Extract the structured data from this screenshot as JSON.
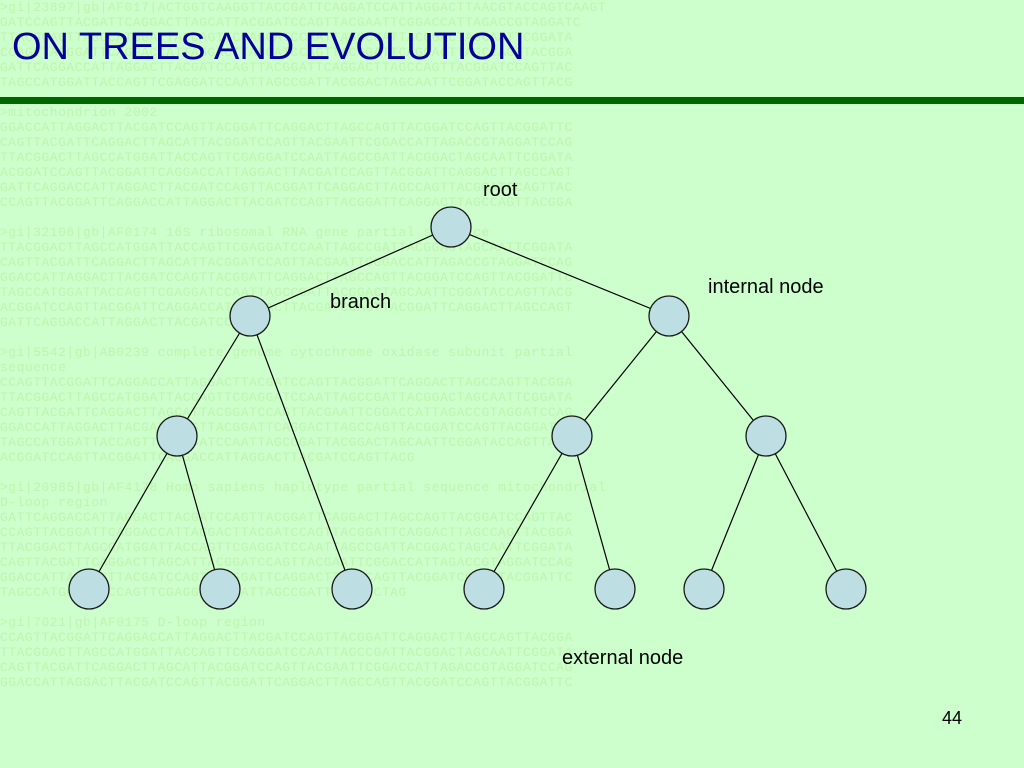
{
  "slide": {
    "title": "ON TREES AND EVOLUTION",
    "page_number": "44"
  },
  "diagram": {
    "labels": {
      "root": "root",
      "branch": "branch",
      "internal_node": "internal node",
      "external_node": "external node"
    },
    "nodes": [
      "n0",
      "n1",
      "n2",
      "n3",
      "n4",
      "n5",
      "n6",
      "n7",
      "n8",
      "n9",
      "n10",
      "n11",
      "n12"
    ],
    "edges": [
      [
        "n0",
        "n1"
      ],
      [
        "n0",
        "n2"
      ],
      [
        "n1",
        "n3"
      ],
      [
        "n1",
        "n8"
      ],
      [
        "n2",
        "n4"
      ],
      [
        "n2",
        "n5"
      ],
      [
        "n3",
        "n6"
      ],
      [
        "n3",
        "n7"
      ],
      [
        "n4",
        "n9"
      ],
      [
        "n4",
        "n10"
      ],
      [
        "n5",
        "n11"
      ],
      [
        "n5",
        "n12"
      ]
    ]
  },
  "colors": {
    "background": "#ccffcc",
    "title": "#000099",
    "rule": "#006600",
    "node_fill": "#bddfe3"
  }
}
